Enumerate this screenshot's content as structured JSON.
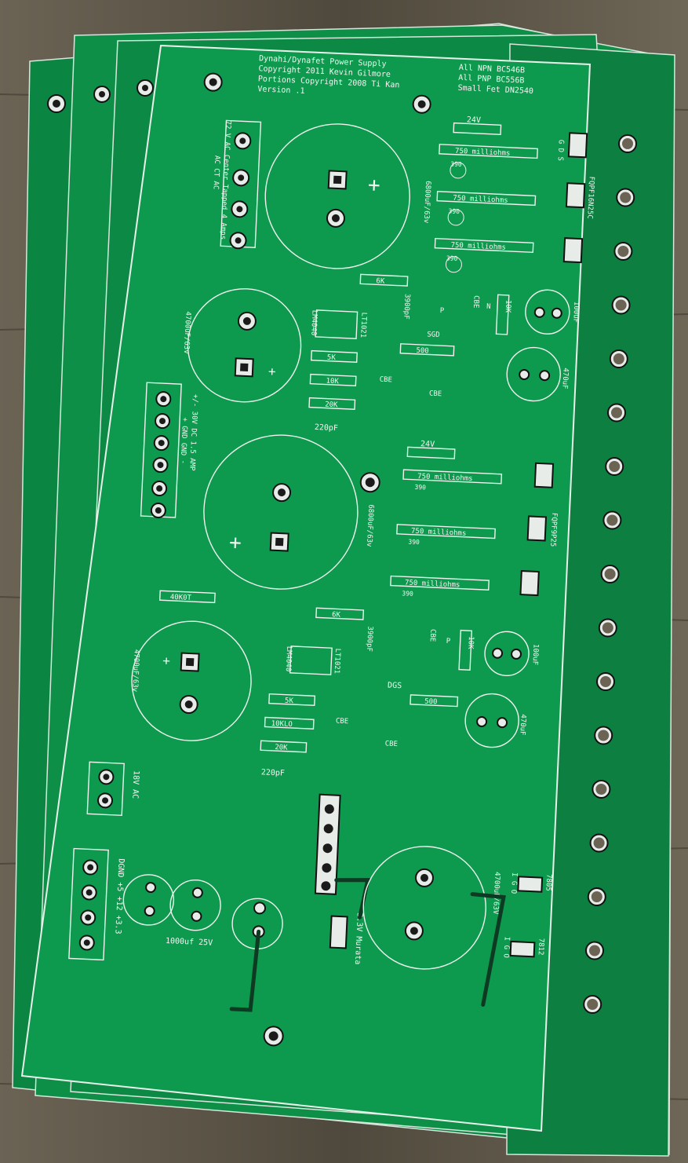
{
  "board": {
    "header": [
      "Dynahi/Dynafet Power Supply",
      "Copyright 2011 Kevin Gilmore",
      "Portions Copyright 2008 Ti Kan",
      "Version .1"
    ],
    "header_right": [
      "All NPN BC546B",
      "All PNP BC556B",
      "Small Fet DN2540"
    ],
    "transformer_label": "72 V AC Center Tapped 4 Amps",
    "transformer_pins": "AC   CT   AC",
    "output_label": "+/- 30V DC 1.5 AMP",
    "output_pins": "+  GND GND  -",
    "supply_label": "18V AC",
    "rail_label": "DGND +5 +12 +3.3",
    "upper": {
      "zener": "24V",
      "sense_resistor": "750 milliohms",
      "fet_big_1": "FQPF16N25C",
      "fet_big_2": "FQPF9P25",
      "pins_gds": "G D S",
      "res_6k": "6K",
      "res_10k": "10K",
      "res_5k": "5K",
      "res_20k": "20K",
      "res_500": "500",
      "res_390": "390",
      "cap_3900": "3900pF",
      "cap_220": "220pF",
      "cap_100": "100uF",
      "cap_470": "470uF",
      "lm": "LM4040",
      "lt": "LT1021",
      "cbe": "CBE",
      "sgd": "SGD",
      "dgs": "DGS",
      "p": "P",
      "n": "N"
    },
    "lower": {
      "res_10k_lo": "10KLO",
      "res_40k": "40K0T"
    },
    "caps": {
      "c6800": "6800uF/63v",
      "c4700": "4700uF/63v",
      "c4700b": "4700uF/63V",
      "c1000": "1000uf 25V"
    },
    "regulators": {
      "r7805": "7805",
      "r7812": "7812",
      "pins_igo": "I G O",
      "murata": "3.3V Murata"
    },
    "plus": "+",
    "minus": "-"
  },
  "colors": {
    "wood": "#5e5749",
    "board": "#0e9a4e",
    "board_edge": "#0a7a3c",
    "silkscreen": "#eef3ee"
  }
}
